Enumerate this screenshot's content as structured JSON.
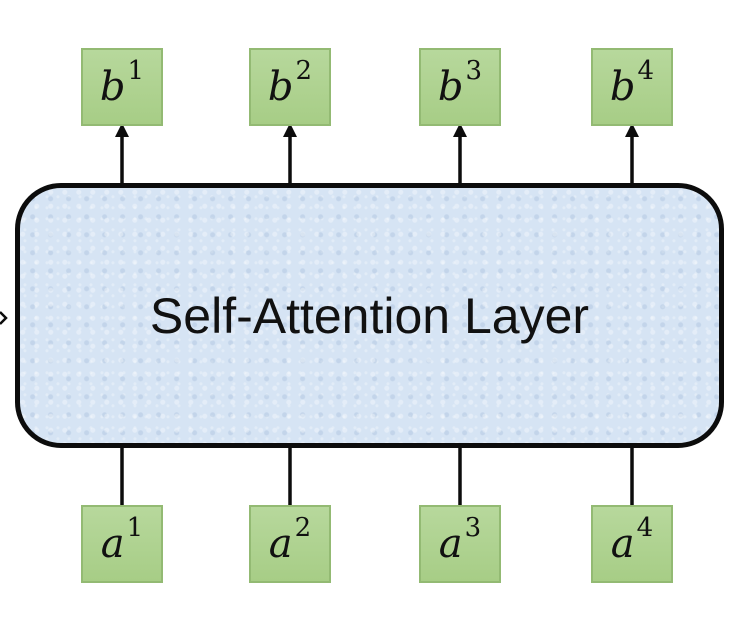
{
  "layer": {
    "label": "Self-Attention Layer"
  },
  "outputs": [
    {
      "base": "b",
      "sup": "1"
    },
    {
      "base": "b",
      "sup": "2"
    },
    {
      "base": "b",
      "sup": "3"
    },
    {
      "base": "b",
      "sup": "4"
    }
  ],
  "inputs": [
    {
      "base": "a",
      "sup": "1"
    },
    {
      "base": "a",
      "sup": "2"
    },
    {
      "base": "a",
      "sup": "3"
    },
    {
      "base": "a",
      "sup": "4"
    }
  ],
  "colors": {
    "node_fill": "#a9ce8a",
    "node_border": "#93ba73",
    "layer_fill": "#d6e4f4",
    "stroke": "#0c0c0c"
  }
}
